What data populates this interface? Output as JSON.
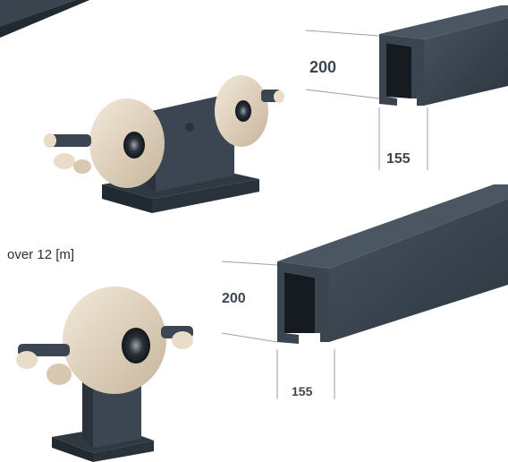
{
  "caption": "over 12 [m]",
  "profiles": [
    {
      "height_label": "200",
      "width_label": "155"
    },
    {
      "height_label": "200",
      "width_label": "155"
    }
  ],
  "colors": {
    "profile": "#3a4550",
    "profile_dark": "#232b33",
    "wheel": "#e9dcc9",
    "wheel_shade": "#c9b9a3",
    "bracket": "#3b4652",
    "dimension_line": "#9aa0a6",
    "background": "#ffffff"
  }
}
